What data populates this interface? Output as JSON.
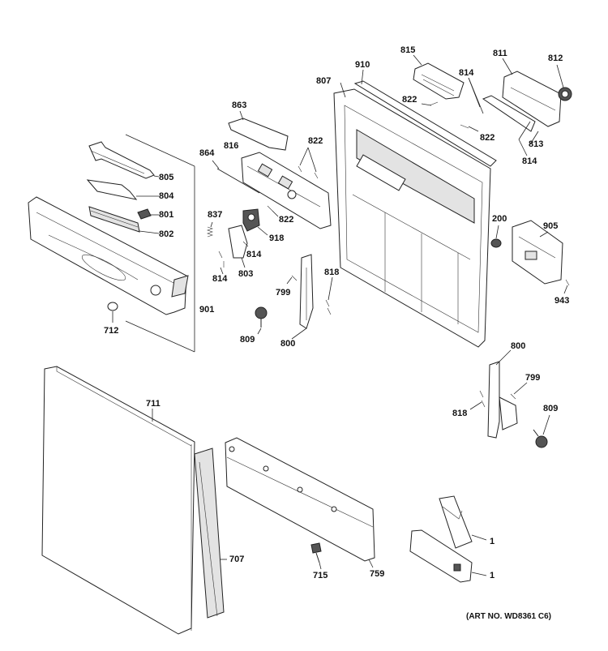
{
  "art_number": "(ART NO. WD8361 C6)",
  "part_labels": {
    "p815": "815",
    "p811": "811",
    "p812": "812",
    "p910": "910",
    "p807": "807",
    "p814a": "814",
    "p822a": "822",
    "p822b": "822",
    "p813": "813",
    "p814b": "814",
    "p863": "863",
    "p864": "864",
    "p816": "816",
    "p822c": "822",
    "p822d": "822",
    "p805": "805",
    "p804": "804",
    "p801": "801",
    "p802": "802",
    "p837": "837",
    "p814c": "814",
    "p918": "918",
    "p814d": "814",
    "p803": "803",
    "p818a": "818",
    "p799a": "799",
    "p200": "200",
    "p905": "905",
    "p943": "943",
    "p901": "901",
    "p712": "712",
    "p809a": "809",
    "p800a": "800",
    "p800b": "800",
    "p799b": "799",
    "p818b": "818",
    "p809b": "809",
    "p711": "711",
    "p707": "707",
    "p715": "715",
    "p759": "759",
    "p1a": "1",
    "p1b": "1"
  }
}
